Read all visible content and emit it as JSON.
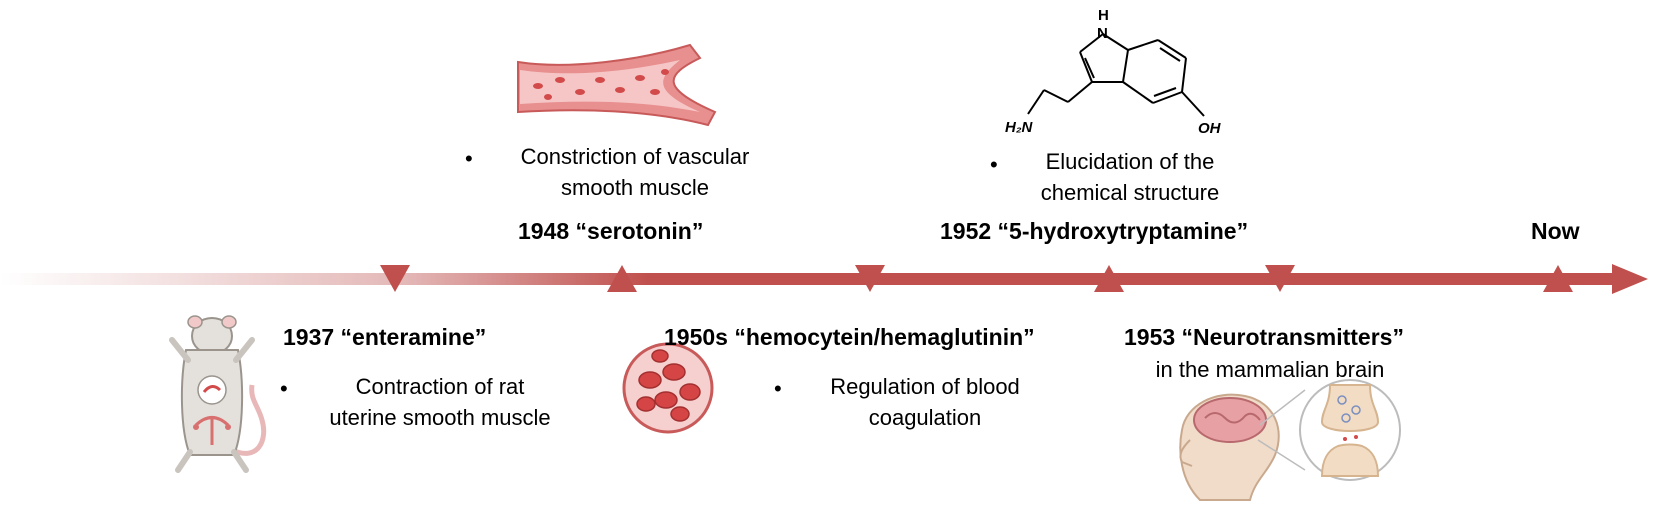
{
  "timeline": {
    "events": [
      {
        "title": "1937 “enteramine”",
        "bullet": "•",
        "desc_lines": [
          "Contraction of rat",
          "uterine smooth muscle"
        ],
        "icon": "rat-icon"
      },
      {
        "title": "1948 “serotonin”",
        "bullet": "•",
        "desc_lines": [
          "Constriction of vascular",
          "smooth muscle"
        ],
        "icon": "blood-vessel-icon"
      },
      {
        "title": "1950s “hemocytein/hemaglutinin”",
        "bullet": "•",
        "desc_lines": [
          "Regulation of blood",
          "coagulation"
        ],
        "icon": "red-blood-cells-icon"
      },
      {
        "title": "1952 “5-hydroxytryptamine”",
        "bullet": "•",
        "desc_lines": [
          "Elucidation of the",
          "chemical structure"
        ],
        "icon": "serotonin-molecule-icon"
      },
      {
        "title": "1953 “Neurotransmitters”",
        "desc_lines": [
          "in the mammalian brain"
        ],
        "icon": "brain-synapse-icon"
      },
      {
        "title": "Now"
      }
    ],
    "molecule_labels": {
      "nh": "H",
      "n": "N",
      "amine": "H₂N",
      "oh": "OH"
    }
  },
  "colors": {
    "arrow": "#c0504d",
    "arrow_light": "#e8c4c4",
    "marker": "#c0504d",
    "vessel": "#e88f8f",
    "vessel_dark": "#c85a5a",
    "rbc": "#d64545",
    "rat_body": "#e4e1dc",
    "skin": "#f1dcc9",
    "brain": "#e7a0a3"
  }
}
